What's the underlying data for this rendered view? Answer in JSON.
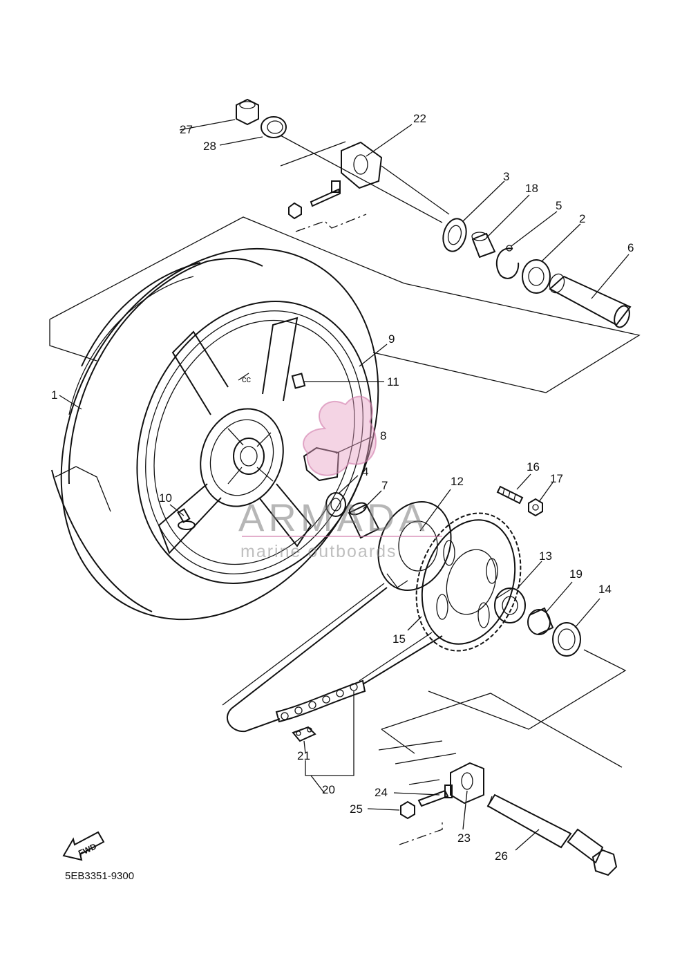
{
  "diagram": {
    "code": "5EB3351-9300",
    "fwd_label": "FWD",
    "watermark": {
      "brand": "ARMADA",
      "tagline": "marine outboards"
    },
    "callouts": [
      "1",
      "2",
      "3",
      "4",
      "5",
      "6",
      "7",
      "8",
      "9",
      "10",
      "11",
      "12",
      "13",
      "14",
      "15",
      "16",
      "17",
      "18",
      "19",
      "20",
      "21",
      "22",
      "23",
      "24",
      "25",
      "26",
      "27",
      "28"
    ]
  }
}
